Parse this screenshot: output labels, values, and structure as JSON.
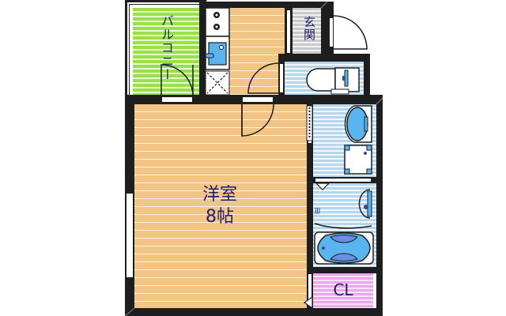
{
  "floor_plan": {
    "rooms": {
      "balcony": {
        "label": "バルコニー"
      },
      "entrance": {
        "label": "玄関"
      },
      "western_room": {
        "label_line1": "洋室",
        "label_line2": "8帖"
      },
      "closet": {
        "label": "CL"
      }
    },
    "colors": {
      "wall": "#1e1e1e",
      "wood_floor": "#f2c486",
      "balcony": "#99e04a",
      "entrance": "#c9c9c9",
      "wet_area": "#b7d6ee",
      "closet": "#e8a8ea",
      "fixture_blue": "#5ab4f0",
      "label_text": "#1e1e6e"
    }
  }
}
